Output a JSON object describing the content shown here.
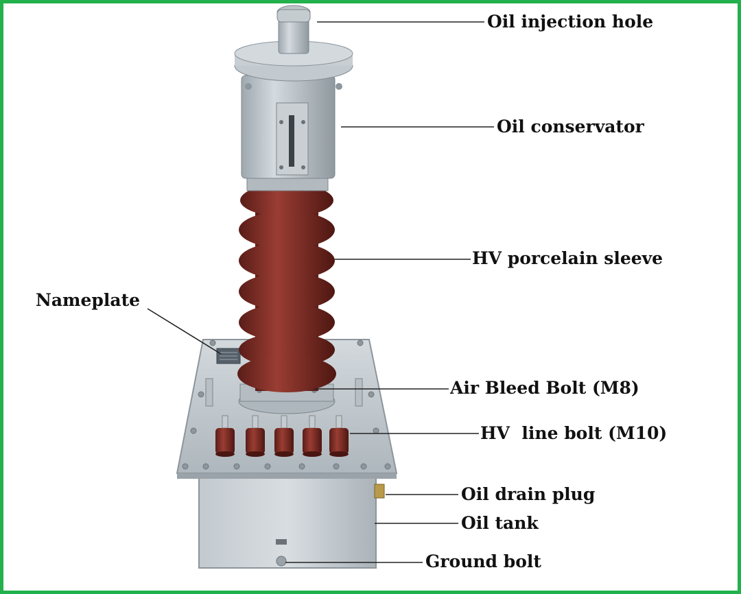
{
  "colors": {
    "frame_border": "#22b14c",
    "background": "#ffffff",
    "porcelain": "#7a2a23",
    "metal": "#b9c2c8",
    "leader_line": "#222222"
  },
  "labels": {
    "oil_injection_hole": "Oil injection hole",
    "oil_conservator": "Oil conservator",
    "hv_porcelain_sleeve": "HV porcelain sleeve",
    "nameplate": "Nameplate",
    "air_bleed_bolt": "Air Bleed Bolt (M8)",
    "hv_line_bolt": "HV  line bolt (M10)",
    "oil_drain_plug": "Oil drain plug",
    "oil_tank": "Oil tank",
    "ground_bolt": "Ground bolt"
  }
}
